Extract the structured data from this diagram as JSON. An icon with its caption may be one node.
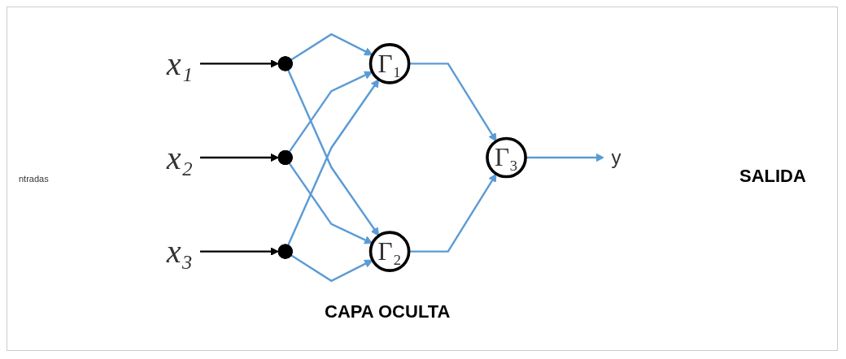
{
  "diagram": {
    "nodes": [
      {
        "text": [
          "x₁"
        ]
      },
      {
        "text": [
          "x₂"
        ]
      },
      {
        "text": [
          "x₃"
        ]
      },
      {
        "text": [],
        "shape": "circle"
      },
      {
        "text": [],
        "shape": "circle"
      },
      {
        "text": [],
        "shape": "circle"
      },
      {
        "text": [
          "Γ₁"
        ]
      },
      {
        "text": [
          "Γ₂"
        ]
      },
      {
        "text": [
          "Γ₃"
        ]
      },
      {
        "text": [
          "y"
        ]
      }
    ],
    "edges": [
      {
        "from": 0,
        "to": 3,
        "arrow": "to",
        "color": "#000000"
      },
      {
        "from": 1,
        "to": 4,
        "arrow": "to",
        "color": "#000000"
      },
      {
        "from": 2,
        "to": 5,
        "arrow": "to",
        "color": "#000000"
      },
      {
        "from": 3,
        "to": 6,
        "arrow": "to"
      },
      {
        "from": 3,
        "to": 7,
        "arrow": "to"
      },
      {
        "from": 4,
        "to": 6,
        "arrow": "to"
      },
      {
        "from": 4,
        "to": 7,
        "arrow": "to"
      },
      {
        "from": 5,
        "to": 6,
        "arrow": "to"
      },
      {
        "from": 5,
        "to": 7,
        "arrow": "to"
      },
      {
        "from": 6,
        "to": 8,
        "arrow": "to"
      },
      {
        "from": 7,
        "to": 8,
        "arrow": "to"
      },
      {
        "from": 8,
        "to": 9,
        "arrow": "to"
      }
    ],
    "labels": [
      "ntradas",
      "SALIDA",
      "CAPA OCULTA"
    ]
  }
}
